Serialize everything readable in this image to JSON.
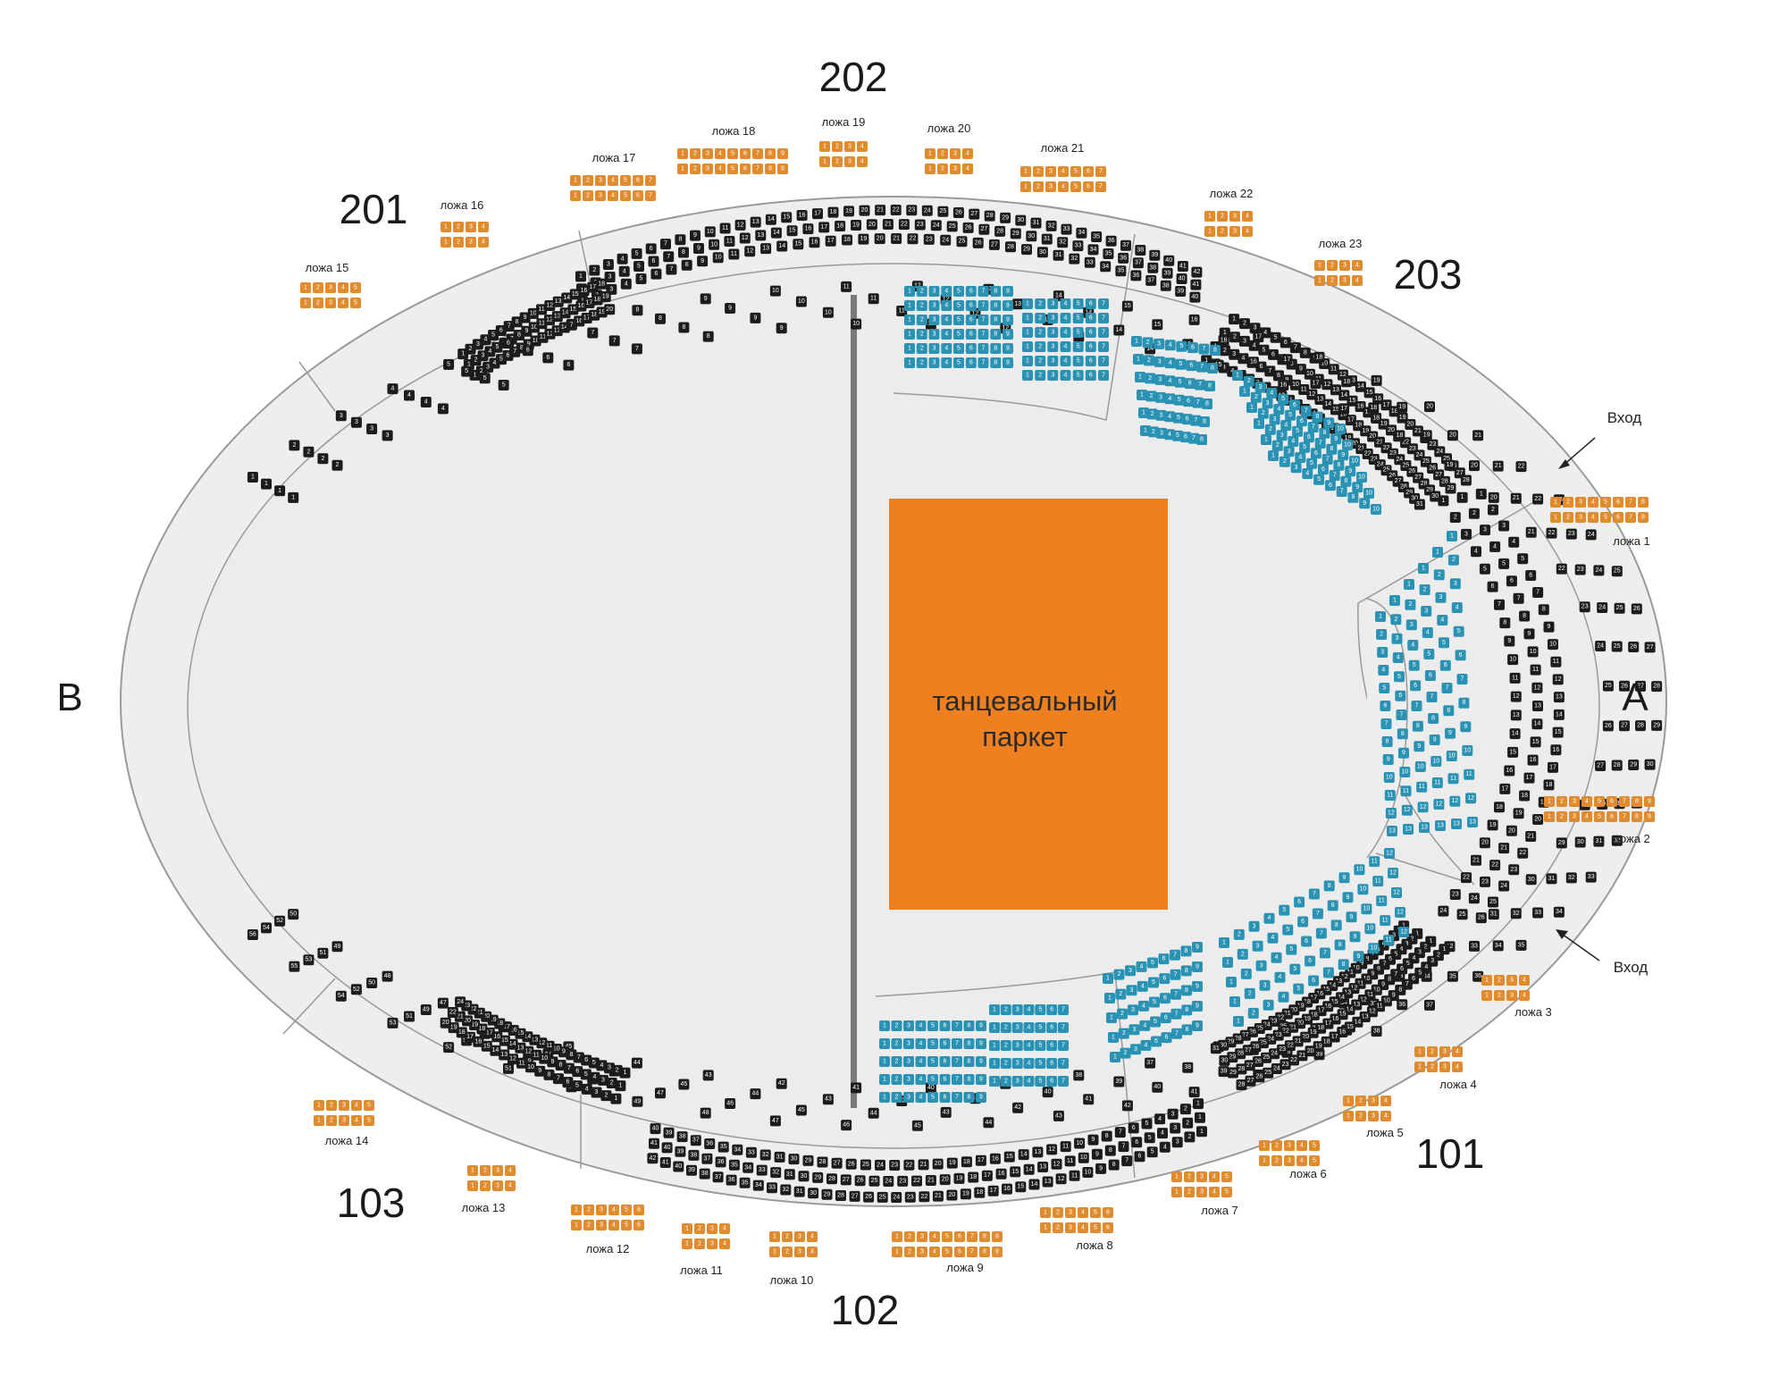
{
  "floor": {
    "line1": "танцевальный",
    "line2": "паркет",
    "color": "#ee8020"
  },
  "colors": {
    "ring": "#eeeeee",
    "stroke": "#9a9a9a",
    "seat_black": "#1c1c1c",
    "seat_blue": "#2a93b4",
    "seat_orange": "#e08b2e"
  },
  "sections": {
    "s101": "101",
    "s102": "102",
    "s103": "103",
    "s201": "201",
    "s202": "202",
    "s203": "203"
  },
  "sides": {
    "a": "A",
    "b": "B"
  },
  "entries": {
    "upper": "Вход",
    "lower": "Вход"
  },
  "boxes": [
    "ложа 1",
    "ложа 2",
    "ложа 3",
    "ложа 4",
    "ложа 5",
    "ложа 6",
    "ложа 7",
    "ложа 8",
    "ложа 9",
    "ложа 10",
    "ложа 11",
    "ложа 12",
    "ложа 13",
    "ложа 14",
    "ложа 15",
    "ложа 16",
    "ложа 17",
    "ложа 18",
    "ложа 19",
    "ложа 20",
    "ложа 21",
    "ложа 22",
    "ложа 23"
  ]
}
